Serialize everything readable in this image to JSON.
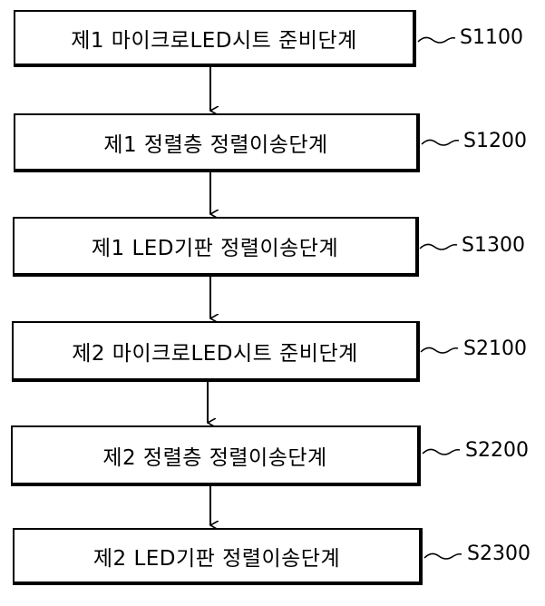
{
  "steps": [
    {
      "label": "제1 마이크로LED시트 준비단계",
      "code": "S1100"
    },
    {
      "label": "제1 정렬층 정렬이송단계",
      "code": "S1200"
    },
    {
      "label": "제1 LED기판 정렬이송단계",
      "code": "S1300"
    },
    {
      "label": "제2 마이크로LED시트 준비단계",
      "code": "S2100"
    },
    {
      "label": "제2 정렬층 정렬이송단계",
      "code": "S2200"
    },
    {
      "label": "제2 LED기판 정렬이송단계",
      "code": "S2300"
    }
  ]
}
